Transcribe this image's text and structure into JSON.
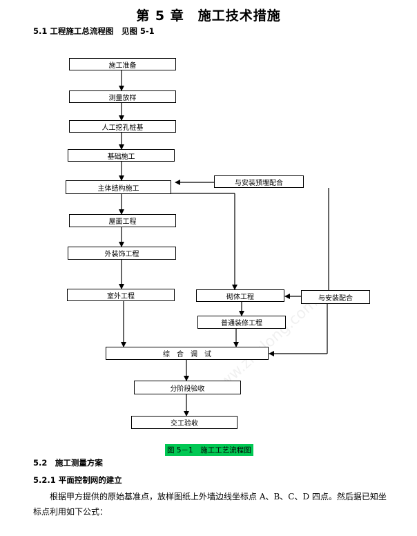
{
  "chapter_title": "第 5 章　施工技术措施",
  "sec_5_1": "5.1 工程施工总流程图　见图 5-1",
  "flow": {
    "b1": "施工准备",
    "b2": "测量放样",
    "b3": "人工挖孔桩基",
    "b4": "基础施工",
    "b5": "主体结构施工",
    "b6": "屋面工程",
    "b7": "外装饰工程",
    "b8": "室外工程",
    "b9": "与安装预埋配合",
    "b10": "砌体工程",
    "b11": "与安装配合",
    "b12": "普通装修工程",
    "b13": "综　合　调　试",
    "b14": "分阶段验收",
    "b15": "交工验收"
  },
  "figure_caption": "图 5－1　施工工艺流程图",
  "sec_5_2": "5.2　施工测量方案",
  "sec_5_2_1": "5.2.1 平面控制网的建立",
  "para_line1": "根据甲方提供的原始基准点，放样图纸上外墙边线坐标点 A、B、C、D 四点。然后据已知坐",
  "para_line2": "标点利用如下公式：",
  "watermark": "www.zhulong.com"
}
